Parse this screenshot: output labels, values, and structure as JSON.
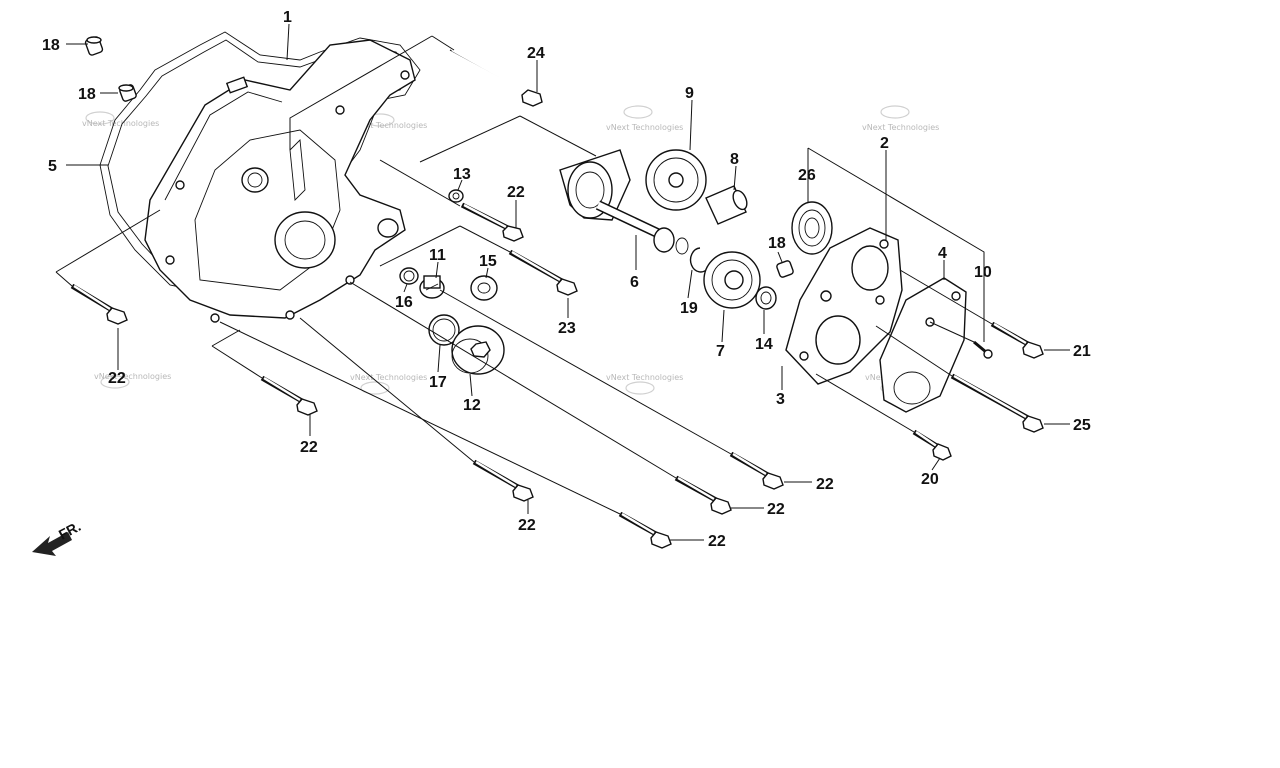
{
  "diagram": {
    "watermark_text": "vNext Technologies",
    "front_indicator": "FR.",
    "callouts": [
      {
        "id": "c1",
        "text": "1"
      },
      {
        "id": "c2",
        "text": "2"
      },
      {
        "id": "c3",
        "text": "3"
      },
      {
        "id": "c4",
        "text": "4"
      },
      {
        "id": "c5",
        "text": "5"
      },
      {
        "id": "c6",
        "text": "6"
      },
      {
        "id": "c7",
        "text": "7"
      },
      {
        "id": "c8",
        "text": "8"
      },
      {
        "id": "c9",
        "text": "9"
      },
      {
        "id": "c10",
        "text": "10"
      },
      {
        "id": "c11",
        "text": "11"
      },
      {
        "id": "c12",
        "text": "12"
      },
      {
        "id": "c13",
        "text": "13"
      },
      {
        "id": "c14",
        "text": "14"
      },
      {
        "id": "c15",
        "text": "15"
      },
      {
        "id": "c16",
        "text": "16"
      },
      {
        "id": "c17",
        "text": "17"
      },
      {
        "id": "c18a",
        "text": "18"
      },
      {
        "id": "c18b",
        "text": "18"
      },
      {
        "id": "c18c",
        "text": "18"
      },
      {
        "id": "c19",
        "text": "19"
      },
      {
        "id": "c20",
        "text": "20"
      },
      {
        "id": "c21",
        "text": "21"
      },
      {
        "id": "c22a",
        "text": "22"
      },
      {
        "id": "c22b",
        "text": "22"
      },
      {
        "id": "c22c",
        "text": "22"
      },
      {
        "id": "c22d",
        "text": "22"
      },
      {
        "id": "c22e",
        "text": "22"
      },
      {
        "id": "c22f",
        "text": "22"
      },
      {
        "id": "c22g",
        "text": "22"
      },
      {
        "id": "c23",
        "text": "23"
      },
      {
        "id": "c24",
        "text": "24"
      },
      {
        "id": "c25",
        "text": "25"
      },
      {
        "id": "c26",
        "text": "26"
      }
    ]
  }
}
